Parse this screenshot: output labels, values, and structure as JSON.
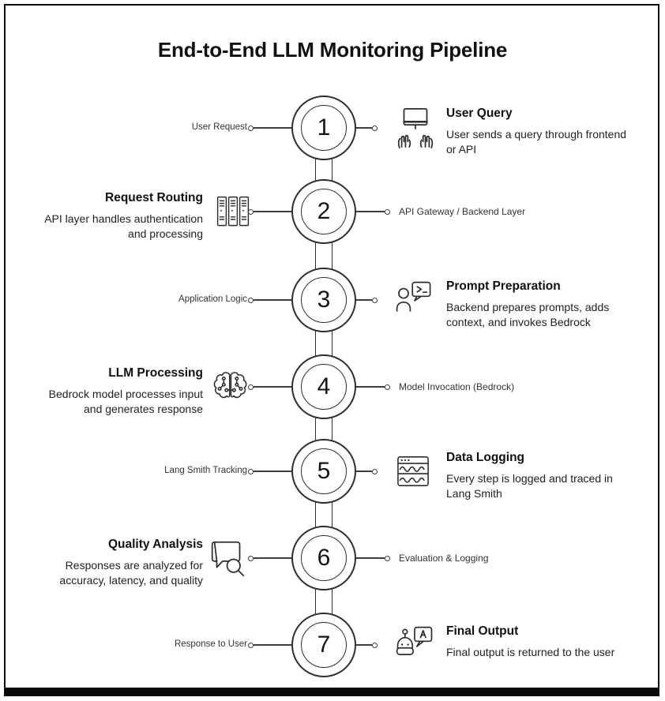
{
  "page": {
    "title": "End-to-End LLM Monitoring Pipeline"
  },
  "colors": {
    "background": "#ffffff",
    "frame_border": "#0a0a0a",
    "stroke": "#2d2d2d",
    "connector": "#3d3d3d",
    "title_text": "#111111",
    "body_text": "#212121",
    "label_text": "#333333"
  },
  "steps": [
    {
      "number": "1",
      "side": "right",
      "icon": "monitor-typing-icon",
      "label": "User Request",
      "title": "User Query",
      "description": "User sends a query through frontend or API"
    },
    {
      "number": "2",
      "side": "left",
      "icon": "server-rack-icon",
      "label": "API Gateway / Backend Layer",
      "title": "Request Routing",
      "description": "API layer handles authentication and processing"
    },
    {
      "number": "3",
      "side": "right",
      "icon": "person-terminal-icon",
      "label": "Application Logic",
      "title": "Prompt Preparation",
      "description": "Backend prepares prompts, adds context, and invokes Bedrock"
    },
    {
      "number": "4",
      "side": "left",
      "icon": "brain-circuit-icon",
      "label": "Model Invocation (Bedrock)",
      "title": "LLM Processing",
      "description": "Bedrock model processes input and generates response"
    },
    {
      "number": "5",
      "side": "right",
      "icon": "log-window-icon",
      "label": "Lang Smith Tracking",
      "title": "Data Logging",
      "description": "Every step is logged and traced in Lang Smith"
    },
    {
      "number": "6",
      "side": "left",
      "icon": "bubble-magnifier-icon",
      "label": "Evaluation & Logging",
      "title": "Quality Analysis",
      "description": "Responses are analyzed for accuracy, latency, and quality"
    },
    {
      "number": "7",
      "side": "right",
      "icon": "robot-bubble-icon",
      "label": "Response to User",
      "title": "Final Output",
      "description": "Final output is returned to the user"
    }
  ]
}
